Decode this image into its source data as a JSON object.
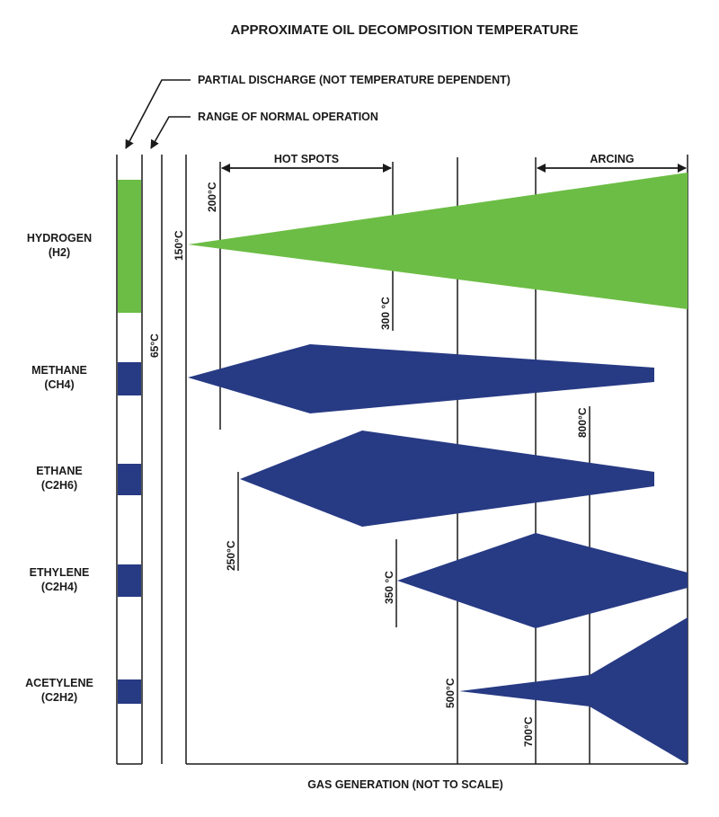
{
  "title": "APPROXIMATE OIL DECOMPOSITION TEMPERATURE",
  "annotations": {
    "partial_discharge": "PARTIAL DISCHARGE (NOT TEMPERATURE DEPENDENT)",
    "normal_operation": "RANGE OF NORMAL OPERATION"
  },
  "ranges": {
    "hot_spots": "HOT SPOTS",
    "arcing": "ARCING"
  },
  "x_axis_label": "GAS GENERATION (NOT TO SCALE)",
  "gases": [
    {
      "name": "HYDROGEN",
      "formula": "(H2)",
      "color": "#6cbd45"
    },
    {
      "name": "METHANE",
      "formula": "(CH4)",
      "color": "#273a84"
    },
    {
      "name": "ETHANE",
      "formula": "(C2H6)",
      "color": "#273a84"
    },
    {
      "name": "ETHYLENE",
      "formula": "(C2H4)",
      "color": "#273a84"
    },
    {
      "name": "ACETYLENE",
      "formula": "(C2H2)",
      "color": "#273a84"
    }
  ],
  "temperatures": {
    "t65": "65°C",
    "t150": "150°C",
    "t200": "200°C",
    "t250": "250°C",
    "t300": "300 °C",
    "t350": "350 °C",
    "t500": "500°C",
    "t700": "700°C",
    "t800": "800°C"
  },
  "colors": {
    "hydrogen": "#6cbd45",
    "hydrocarbon": "#273a84",
    "line": "#1a1a1a"
  }
}
